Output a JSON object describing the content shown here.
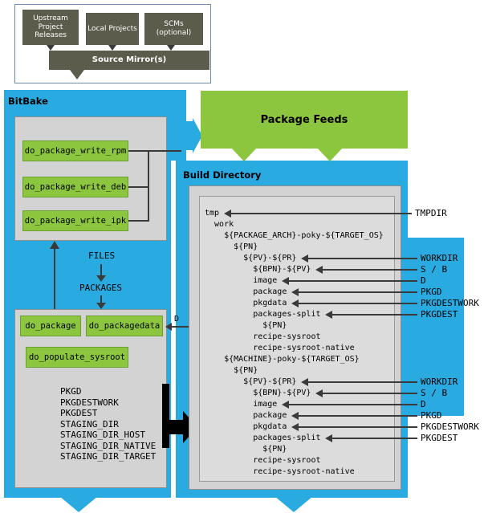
{
  "colors": {
    "region_blue": "#29ABE2",
    "task_green": "#8CC63E",
    "mirror_olive": "#5C5C4C",
    "panel_gray": "#D3D3D3"
  },
  "upstream": {
    "boxes": [
      {
        "label": "Upstream Project Releases"
      },
      {
        "label": "Local Projects"
      },
      {
        "label": "SCMs (optional)"
      }
    ],
    "mirror_label": "Source Mirror(s)"
  },
  "bitbake": {
    "title": "BitBake",
    "write_tasks": [
      "do_package_write_rpm",
      "do_package_write_deb",
      "do_package_write_ipk"
    ],
    "files_label": "FILES",
    "packages_label": "PACKAGES",
    "package_tasks": [
      "do_package",
      "do_packagedata",
      "do_populate_sysroot"
    ],
    "variables": "PKGD\nPKGDESTWORK\nPKGDEST\nSTAGING_DIR\nSTAGING_DIR_HOST\nSTAGING_DIR_NATIVE\nSTAGING_DIR_TARGET",
    "d_label": "D"
  },
  "package_feeds": {
    "title": "Package Feeds"
  },
  "build_directory": {
    "title": "Build Directory",
    "tree": "tmp\n  work\n    ${PACKAGE_ARCH}-poky-${TARGET_OS}\n      ${PN}\n        ${PV}-${PR}\n          ${BPN}-${PV}\n          image\n          package\n          pkgdata\n          packages-split\n            ${PN}\n          recipe-sysroot\n          recipe-sysroot-native\n    ${MACHINE}-poky-${TARGET_OS}\n      ${PN}\n        ${PV}-${PR}\n          ${BPN}-${PV}\n          image\n          package\n          pkgdata\n          packages-split\n            ${PN}\n          recipe-sysroot\n          recipe-sysroot-native"
  },
  "right_labels": {
    "tmpdir": "TMPDIR",
    "group1": [
      "WORKDIR",
      "S / B",
      "D",
      "PKGD",
      "PKGDESTWORK",
      "PKGDEST"
    ],
    "group2": [
      "WORKDIR",
      "S / B",
      "D",
      "PKGD",
      "PKGDESTWORK",
      "PKGDEST"
    ]
  }
}
